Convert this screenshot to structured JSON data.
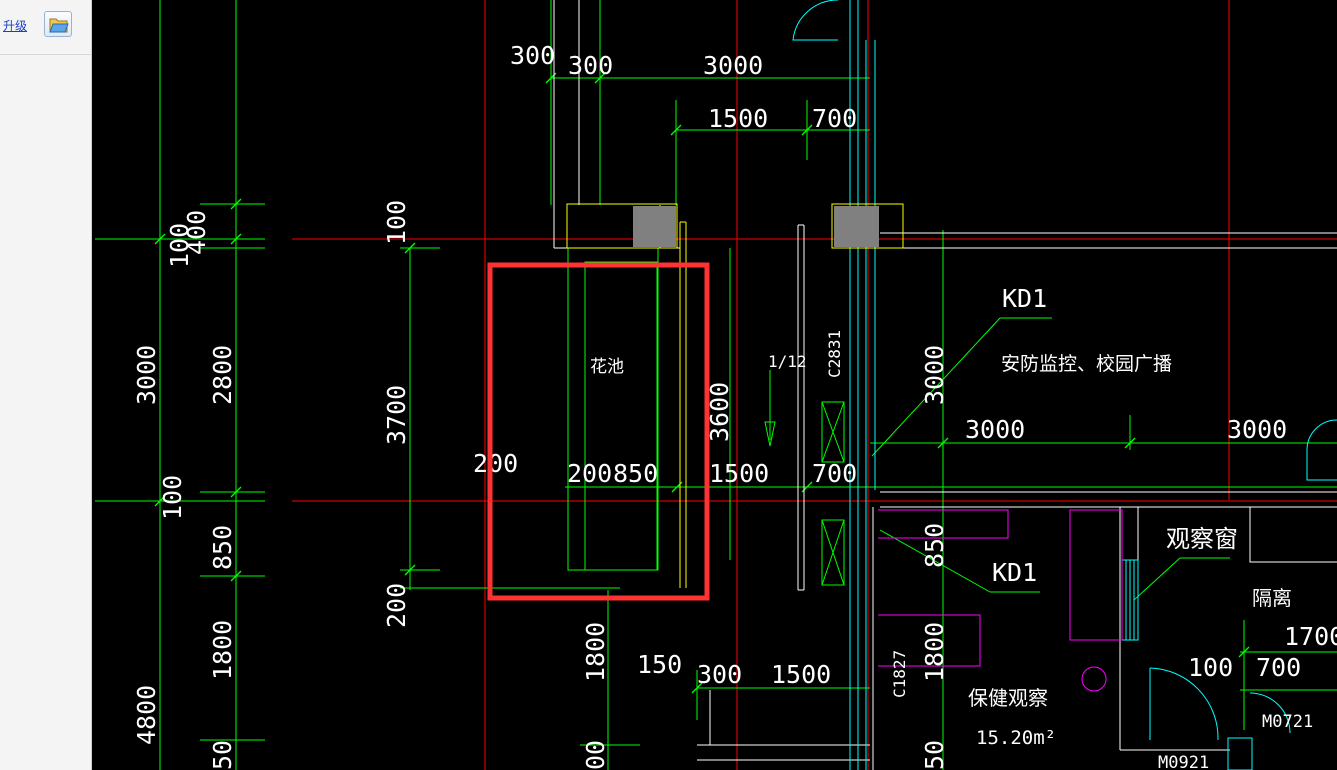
{
  "sidebar": {
    "upgrade_label": "升级",
    "open_icon": "folder-open-icon"
  },
  "colors": {
    "background": "#000000",
    "dimension": "#00ff00",
    "axis": "#ff0000",
    "wall": "#ffffff",
    "window": "#00ffff",
    "furniture": "#ff00ff",
    "column": "#808080",
    "outline": "#ffff00",
    "selection": "#ff3333"
  },
  "drawing": {
    "dimensions": {
      "top": [
        "300",
        "300",
        "3000",
        "1500",
        "700"
      ],
      "left_outer": [
        "3000",
        "100",
        "4800"
      ],
      "left_inner": [
        "400",
        "100",
        "2800",
        "100",
        "850",
        "1800",
        "50"
      ],
      "mid_left": [
        "100",
        "3700",
        "200"
      ],
      "row_center": [
        "200",
        "200",
        "850",
        "1500",
        "700",
        "3000",
        "3000"
      ],
      "vertical": [
        "3600",
        "3000",
        "850",
        "1800",
        "1800",
        "00",
        "50"
      ],
      "bottom": [
        "150",
        "300",
        "1500",
        "100",
        "700",
        "1700"
      ],
      "slope": "1/12"
    },
    "labels": {
      "flower_bed": "花池",
      "kd1_top": "KD1",
      "kd1_bottom": "KD1",
      "security_note": "安防监控、校园广播",
      "observation_window": "观察窗",
      "isolation": "隔离",
      "health_observation": "保健观察",
      "area": "15.20m²",
      "window_c2831": "C2831",
      "window_c1827": "C1827",
      "door_m0721": "M0721",
      "door_m0921": "M0921"
    }
  }
}
